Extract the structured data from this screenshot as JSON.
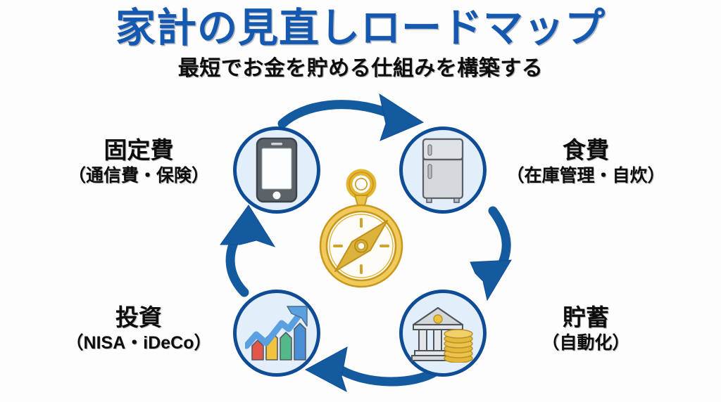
{
  "header": {
    "main_title": "家計の見直しロードマップ",
    "sub_title": "最短でお金を貯める仕組みを構築する",
    "title_color": "#1558b0",
    "subtitle_color": "#0d0d0d"
  },
  "theme": {
    "background": "#fdfdfd",
    "accent_blue": "#0f4c96",
    "arrow_blue": "#145a9e",
    "circle_fill": "#e3eefb",
    "circle_border": "#0f4c96",
    "gold": "#e6b832",
    "gold_light": "#f5d76e",
    "gold_dark": "#c9971d"
  },
  "center": {
    "icon": "compass-icon",
    "description": "コンパス",
    "color": "#e6b832"
  },
  "nodes": [
    {
      "id": "fixed-cost",
      "title": "固定費",
      "subtitle": "（通信費・保険）",
      "icon": "smartphone-icon",
      "position": "top-left"
    },
    {
      "id": "food-cost",
      "title": "食費",
      "subtitle": "（在庫管理・自炊）",
      "icon": "refrigerator-icon",
      "position": "top-right"
    },
    {
      "id": "savings",
      "title": "貯蓄",
      "subtitle": "（自動化）",
      "icon": "bank-coins-icon",
      "position": "bottom-right"
    },
    {
      "id": "investment",
      "title": "投資",
      "subtitle": "（NISA・iDeCo）",
      "icon": "growth-chart-icon",
      "position": "bottom-left"
    }
  ],
  "arrows": [
    {
      "id": "arrow-top",
      "from": "fixed-cost",
      "to": "food-cost",
      "direction": "right"
    },
    {
      "id": "arrow-right",
      "from": "food-cost",
      "to": "savings",
      "direction": "down"
    },
    {
      "id": "arrow-bottom",
      "from": "savings",
      "to": "investment",
      "direction": "left"
    },
    {
      "id": "arrow-left",
      "from": "investment",
      "to": "fixed-cost",
      "direction": "up"
    }
  ]
}
